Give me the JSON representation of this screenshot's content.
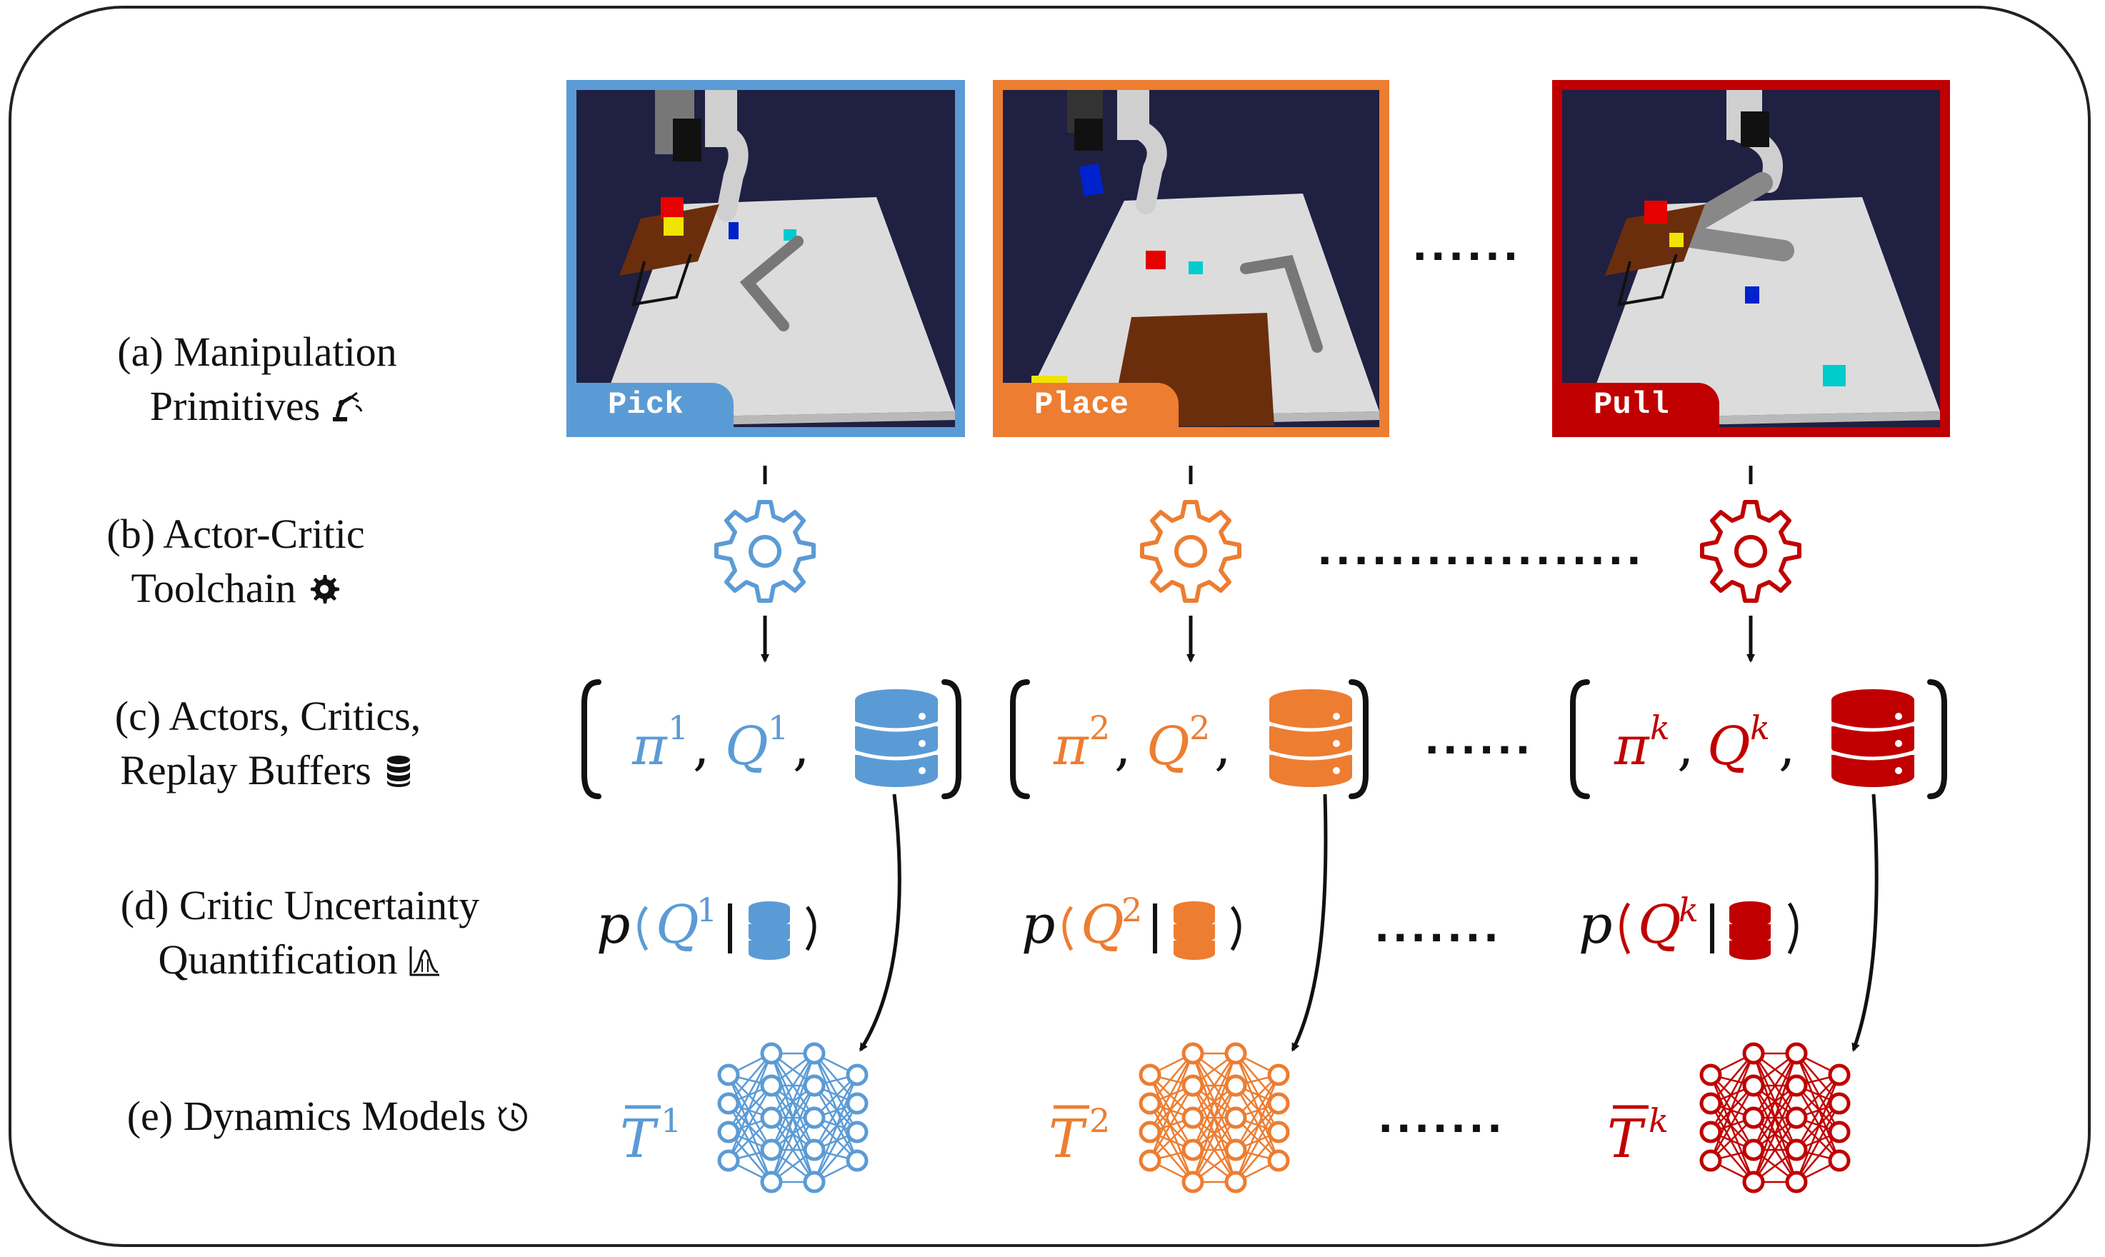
{
  "labels": {
    "a_line1": "(a) Manipulation",
    "a_line2": "Primitives",
    "b_line1": "(b) Actor-Critic",
    "b_line2": "Toolchain",
    "c_line1": "(c) Actors, Critics,",
    "c_line2": "Replay Buffers",
    "d_line1": "(d) Critic Uncertainty",
    "d_line2": "Quantification",
    "e_line1": "(e) Dynamics Models"
  },
  "primitives": [
    {
      "tag": "Pick",
      "color": "#5b9bd5",
      "idx": "1"
    },
    {
      "tag": "Place",
      "color": "#ed7d31",
      "idx": "2"
    },
    {
      "tag": "Pull",
      "color": "#c00000",
      "idx": "k"
    }
  ],
  "symbols": {
    "pi": "π",
    "Q": "Q",
    "T": "T",
    "p": "p",
    "comma": ","
  },
  "ellipsis": {
    "short": "......",
    "long": "..................",
    "medium": "......."
  },
  "icons": [
    "robot-arm-icon",
    "gear-icon",
    "database-icon",
    "distribution-icon",
    "timer-icon",
    "neural-network-icon"
  ]
}
